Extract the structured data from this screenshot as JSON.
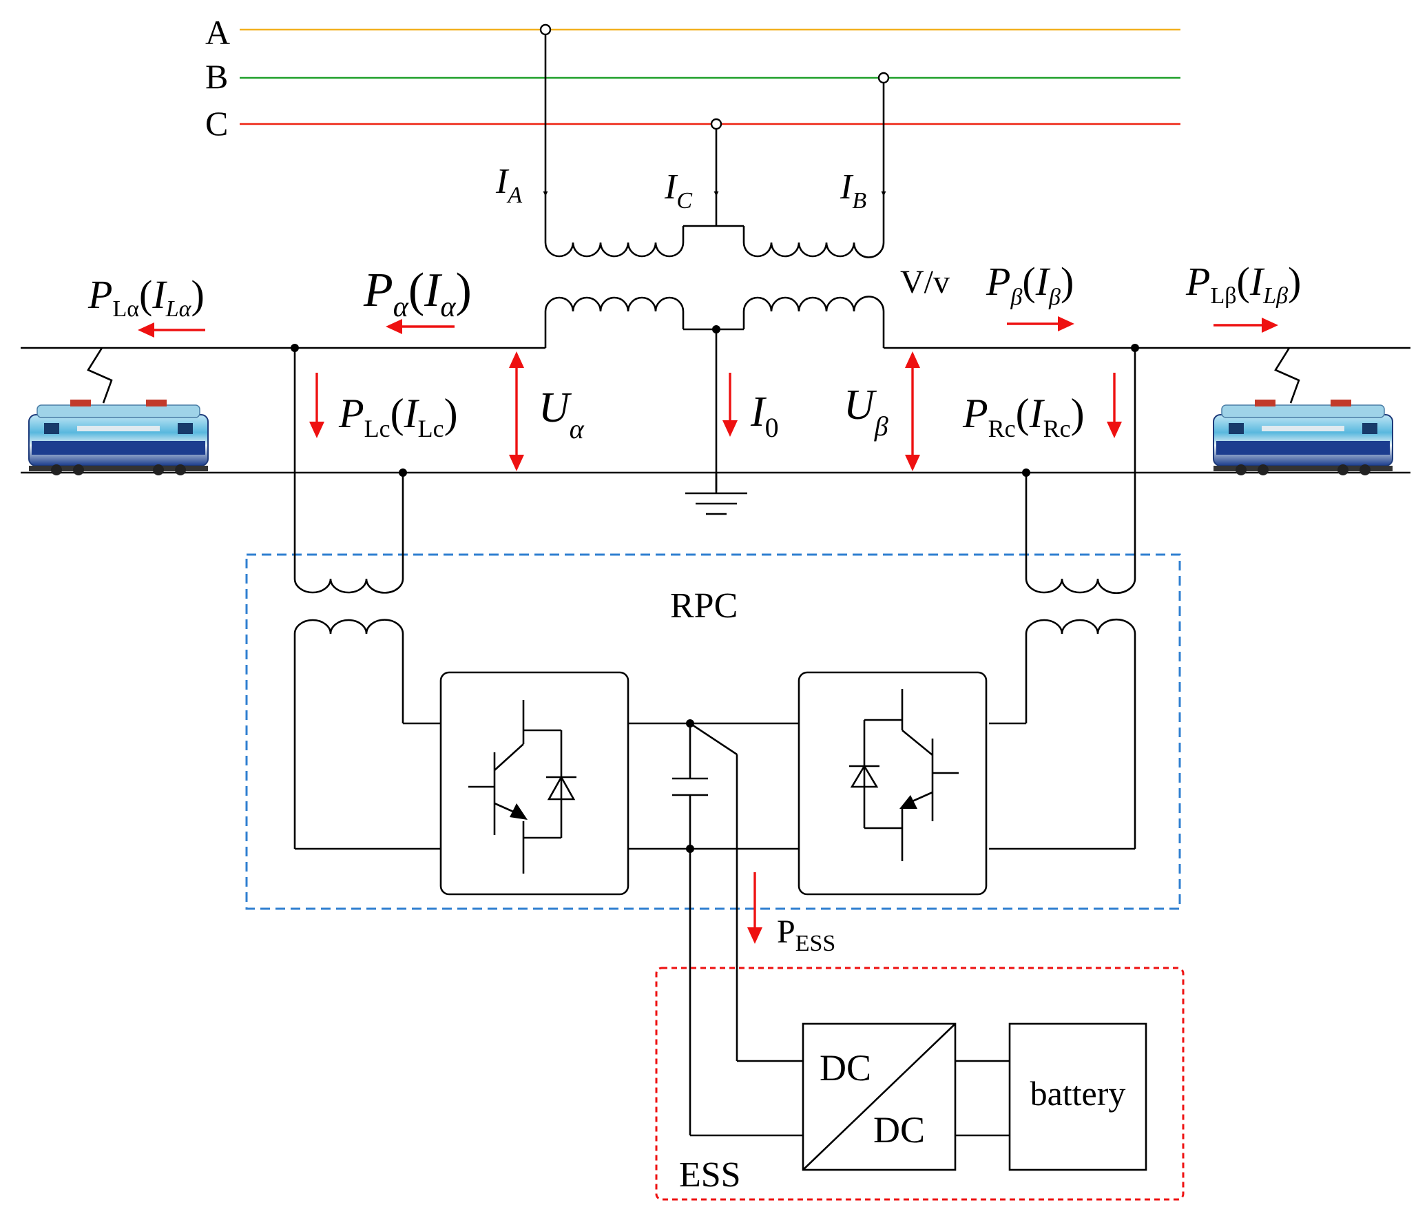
{
  "colors": {
    "phase_A": "#f2b01e",
    "phase_B": "#1fa02a",
    "phase_C": "#ee2211",
    "arrow": "#ee1111",
    "rpc_box": "#2f7fd0",
    "ess_box": "#ee1111"
  },
  "phases": {
    "a": "A",
    "b": "B",
    "c": "C"
  },
  "currents": {
    "ia": {
      "main": "I",
      "sub": "A"
    },
    "ic": {
      "main": "I",
      "sub": "C"
    },
    "ib": {
      "main": "I",
      "sub": "B"
    },
    "i0": {
      "main": "I",
      "sub": "0"
    }
  },
  "transformer": {
    "label": "V/v"
  },
  "powers": {
    "p_alpha": {
      "p": "P",
      "psub": "α",
      "open": "(",
      "i": "I",
      "isub": "α",
      "close": ")"
    },
    "p_beta": {
      "p": "P",
      "psub": "β",
      "open": "(",
      "i": "I",
      "isub": "β",
      "close": ")"
    },
    "p_l_alpha": {
      "p": "P",
      "psub": "Lα",
      "open": "(",
      "i": "I",
      "isub": "Lα",
      "close": ")"
    },
    "p_l_beta": {
      "p": "P",
      "psub": "Lβ",
      "open": "(",
      "i": "I",
      "isub": "Lβ",
      "close": ")"
    },
    "p_lc": {
      "p": "P",
      "psub": "Lc",
      "open": "(",
      "i": "I",
      "isub": "Lc",
      "close": ")"
    },
    "p_rc": {
      "p": "P",
      "psub": "Rc",
      "open": "(",
      "i": "I",
      "isub": "Rc",
      "close": ")"
    }
  },
  "voltages": {
    "u_alpha": {
      "main": "U",
      "sub": "α"
    },
    "u_beta": {
      "main": "U",
      "sub": "β"
    }
  },
  "rpc": {
    "label": "RPC"
  },
  "ess": {
    "label": "ESS",
    "pess_main": "P",
    "pess_sub": "ESS",
    "dcdc_top": "DC",
    "dcdc_bottom": "DC",
    "battery": "battery"
  },
  "icons": [
    "locomotive-icon",
    "pantograph-icon",
    "ground-icon",
    "igbt-icon",
    "diode-icon",
    "capacitor-icon"
  ]
}
